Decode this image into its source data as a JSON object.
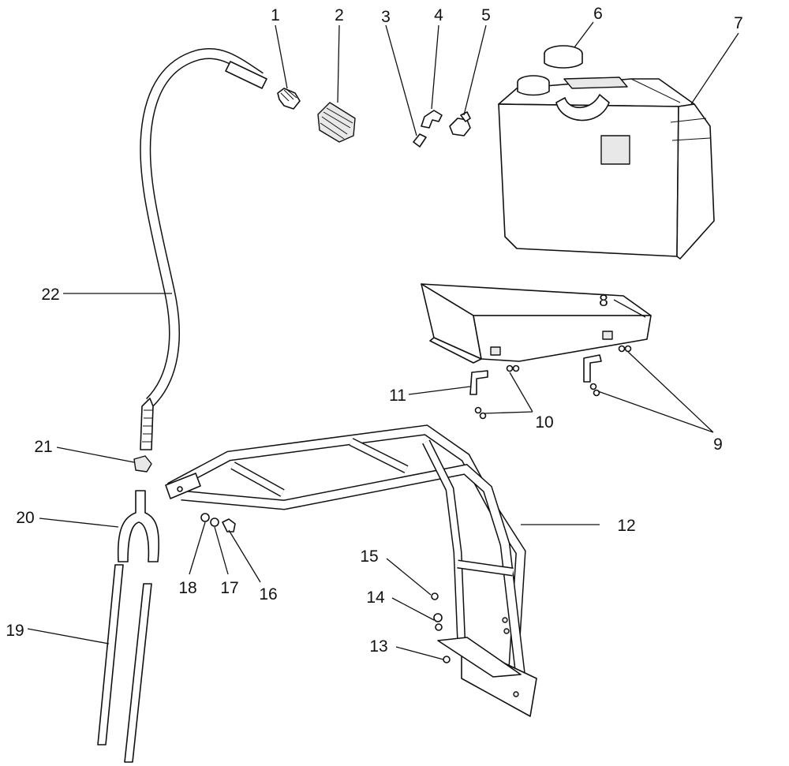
{
  "callouts": [
    {
      "id": "1",
      "text": "1"
    },
    {
      "id": "2",
      "text": "2"
    },
    {
      "id": "3",
      "text": "3"
    },
    {
      "id": "4",
      "text": "4"
    },
    {
      "id": "5",
      "text": "5"
    },
    {
      "id": "6",
      "text": "6"
    },
    {
      "id": "7",
      "text": "7"
    },
    {
      "id": "8",
      "text": "8"
    },
    {
      "id": "9",
      "text": "9"
    },
    {
      "id": "10",
      "text": "10"
    },
    {
      "id": "11",
      "text": "11"
    },
    {
      "id": "12",
      "text": "12"
    },
    {
      "id": "13",
      "text": "13"
    },
    {
      "id": "14",
      "text": "14"
    },
    {
      "id": "15",
      "text": "15"
    },
    {
      "id": "16",
      "text": "16"
    },
    {
      "id": "17",
      "text": "17"
    },
    {
      "id": "18",
      "text": "18"
    },
    {
      "id": "19",
      "text": "19"
    },
    {
      "id": "20",
      "text": "20"
    },
    {
      "id": "21",
      "text": "21"
    },
    {
      "id": "22",
      "text": "22"
    }
  ],
  "colors": {
    "line": "#111111",
    "background": "#ffffff",
    "shade": "#e8e8e8"
  }
}
